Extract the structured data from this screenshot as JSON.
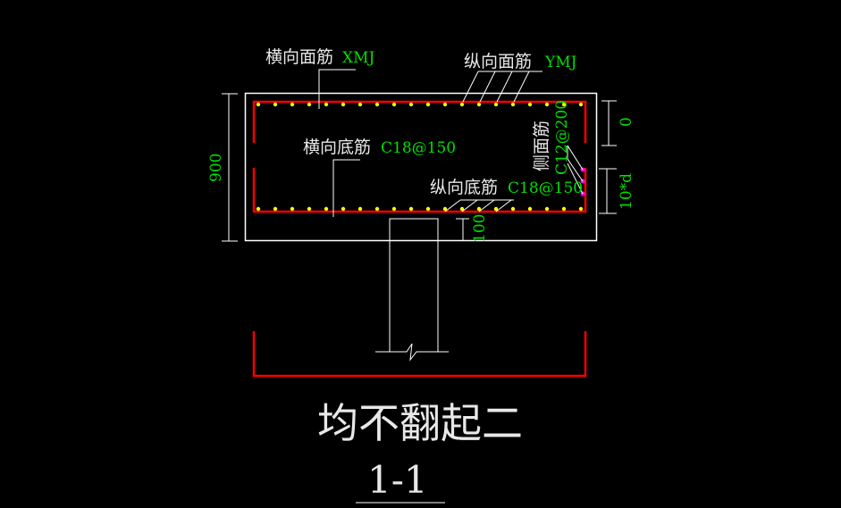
{
  "labels": {
    "top_transverse": {
      "name": "横向面筋",
      "code": "XMJ"
    },
    "top_longitudinal": {
      "name": "纵向面筋",
      "code": "YMJ"
    },
    "bottom_transverse": {
      "name": "横向底筋",
      "code": "C18@150"
    },
    "bottom_longitudinal": {
      "name": "纵向底筋",
      "code": "C18@150"
    },
    "side_bar": {
      "name": "侧面筋",
      "code": "C12@200"
    }
  },
  "dimensions": {
    "height": "900",
    "top_cover": "0",
    "side_lap": "10*d",
    "column_embed": "100"
  },
  "title": "均不翻起二",
  "section": "1-1",
  "colors": {
    "rebar": "#ff0000",
    "dots": "#ffff00",
    "side_dots": "#ff00ff",
    "dim_text": "#00e000",
    "lines": "#ffffff"
  }
}
